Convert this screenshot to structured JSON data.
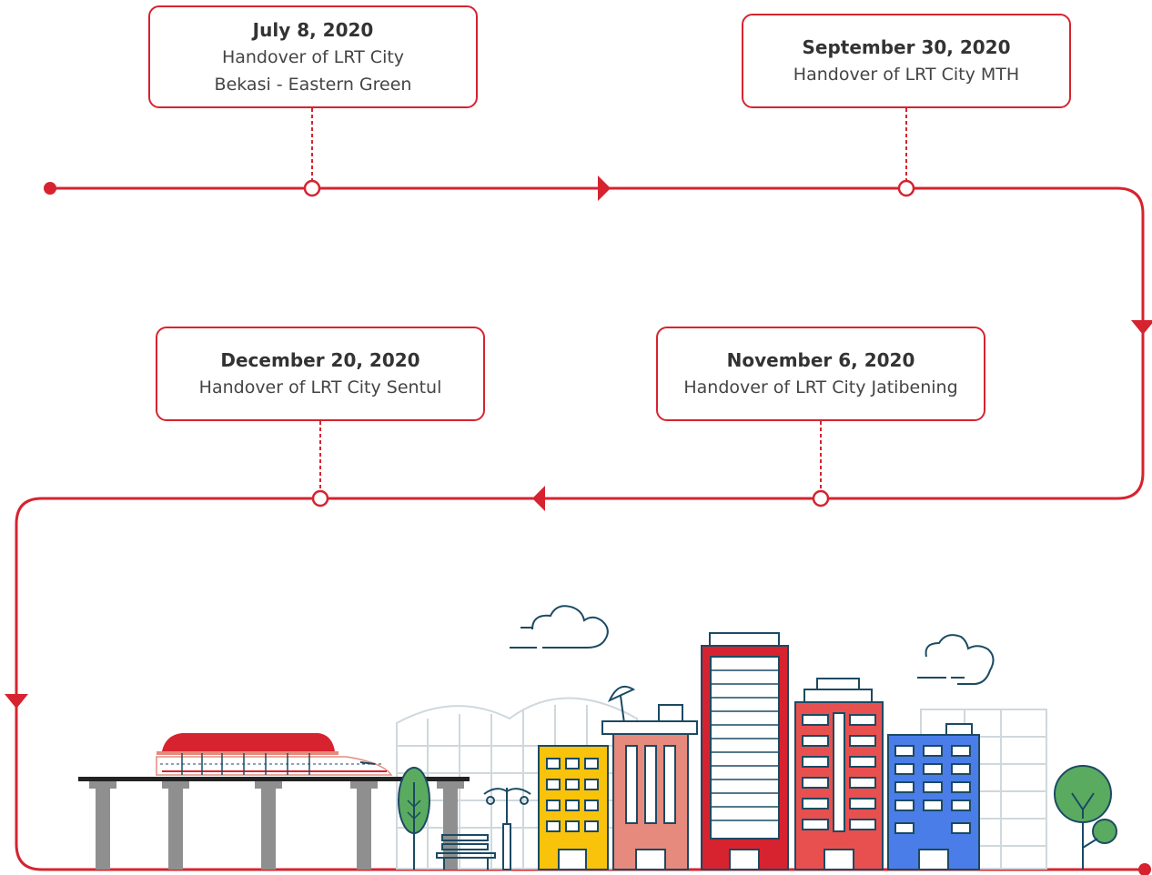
{
  "milestones": [
    {
      "date": "July 8, 2020",
      "lines": [
        "Handover of LRT City",
        "Bekasi - Eastern Green"
      ]
    },
    {
      "date": "September 30, 2020",
      "lines": [
        "Handover of LRT City MTH"
      ]
    },
    {
      "date": "December 20, 2020",
      "lines": [
        "Handover of LRT City Sentul"
      ]
    },
    {
      "date": "November 6, 2020",
      "lines": [
        "Handover of LRT City Jatibening"
      ]
    }
  ],
  "colors": {
    "accent": "#d6232f",
    "outline": "#1b4a63",
    "building_yellow": "#f9c20b",
    "building_salmon": "#e58a7c",
    "building_red": "#d6232f",
    "building_coral": "#e8504f",
    "building_blue": "#4a7de8",
    "tree_green": "#5aab60",
    "pillar_gray": "#8f8f8f"
  },
  "illustration": {
    "name": "city-skyline-with-elevated-lrt-train",
    "icons": [
      "train-icon",
      "cloud-icon",
      "tree-icon",
      "bench-icon",
      "street-lamp-icon",
      "satellite-dish-icon"
    ]
  }
}
